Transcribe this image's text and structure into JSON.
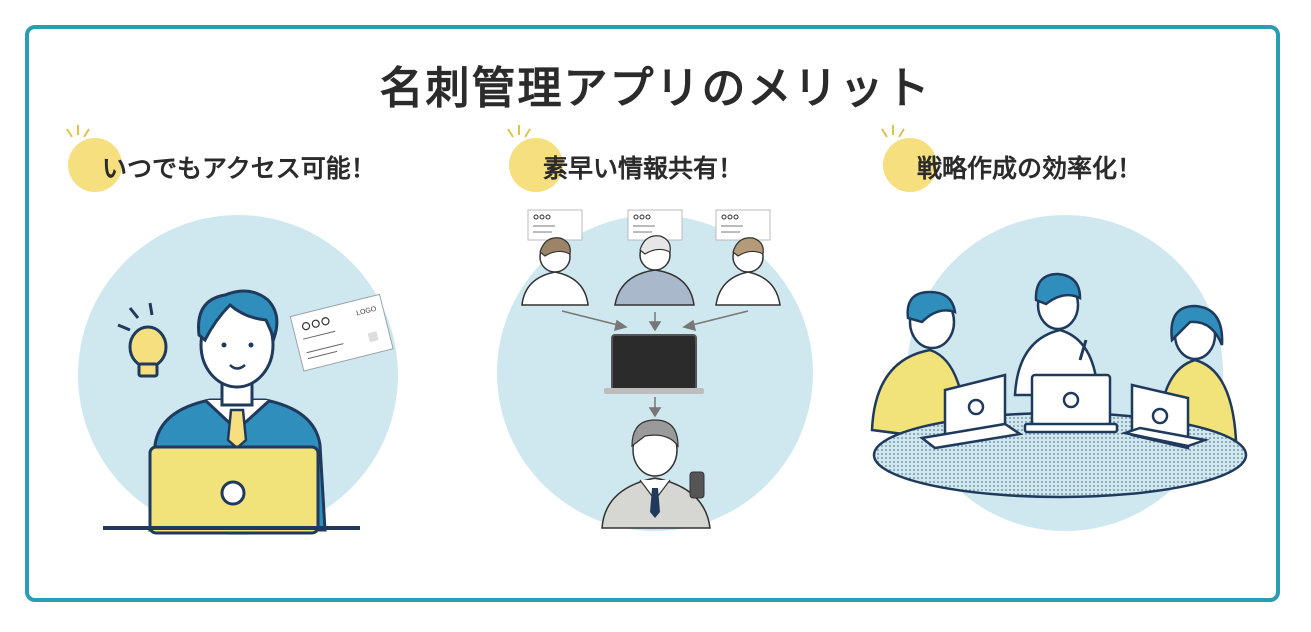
{
  "title": "名刺管理アプリのメリット",
  "benefits": [
    {
      "heading": "いつでもアクセス可能！"
    },
    {
      "heading": "素早い情報共有！"
    },
    {
      "heading": "戦略作成の効率化！"
    }
  ],
  "card": {
    "logo": "LOGO"
  },
  "colors": {
    "frame": "#2a9db4",
    "circle": "#cfe8ef",
    "accent_yellow": "#f6df7e",
    "navy": "#1f3a5c",
    "blue": "#2f8ebc"
  }
}
